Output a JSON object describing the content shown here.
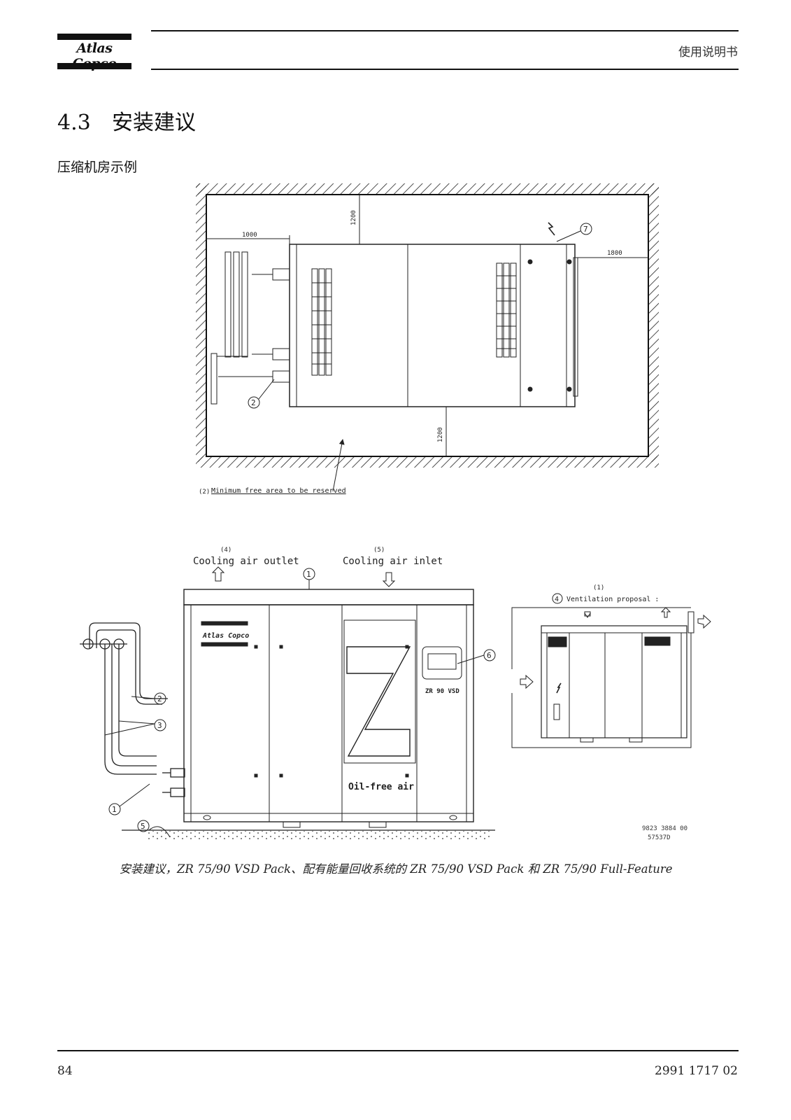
{
  "header": {
    "logo_text": "Atlas Copco",
    "document_type": "使用说明书"
  },
  "section": {
    "number": "4.3",
    "title": "安装建议"
  },
  "subtitle": "压缩机房示例",
  "plan_view": {
    "dim_left": "1000",
    "dim_top": "1200",
    "dim_right": "1800",
    "dim_bottom": "1200",
    "callout_7": "7",
    "callout_2": "2",
    "note_ref": "(2)",
    "note_text": "Minimum free area to be reserved"
  },
  "front_view": {
    "outlet_ref": "(4)",
    "outlet_label": "Cooling air outlet",
    "inlet_ref": "(5)",
    "inlet_label": "Cooling air inlet",
    "callout_1_top": "1",
    "callout_2": "2",
    "callout_3": "3",
    "callout_1": "1",
    "callout_5": "5",
    "callout_6": "6",
    "panel_logo": "Atlas Copco",
    "model_badge": "ZR 90 VSD",
    "oil_free_badge": "Oil-free air"
  },
  "ventilation_view": {
    "ref": "(1)",
    "callout_4": "4",
    "label": "Ventilation proposal :"
  },
  "drawing_ref": {
    "line1": "9823 3884 00",
    "line2": "57537D"
  },
  "caption": "安装建议，ZR 75/90 VSD Pack、配有能量回收系统的 ZR 75/90 VSD Pack 和 ZR 75/90 Full-Feature",
  "footer": {
    "page_number": "84",
    "document_number": "2991 1717 02"
  }
}
